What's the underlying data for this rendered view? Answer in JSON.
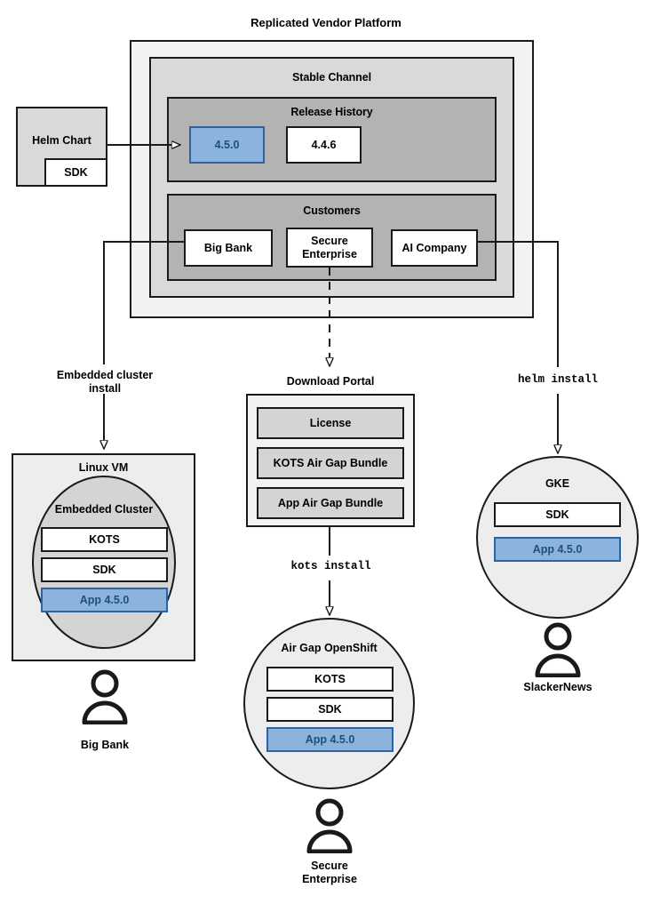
{
  "diagram": {
    "title": "Replicated Vendor Platform",
    "platform": {
      "stable_channel": {
        "label": "Stable Channel",
        "release_history": {
          "label": "Release History",
          "releases": [
            {
              "version": "4.5.0",
              "highlighted": true
            },
            {
              "version": "4.4.6",
              "highlighted": false
            }
          ]
        },
        "customers": {
          "label": "Customers",
          "items": [
            {
              "name": "Big Bank"
            },
            {
              "name": "Secure\nEnterprise",
              "line1": "Secure",
              "line2": "Enterprise"
            },
            {
              "name": "AI Company"
            }
          ]
        }
      }
    },
    "source": {
      "helm_chart": {
        "label": "Helm Chart",
        "sdk_label": "SDK"
      }
    },
    "edges": [
      {
        "id": "helm-chart-to-release",
        "label": "",
        "style": "solid-arrow"
      },
      {
        "id": "big-bank-to-linux-vm",
        "label": "Embedded cluster\ninstall",
        "line1": "Embedded cluster",
        "line2": "install",
        "style": "solid-arrow"
      },
      {
        "id": "secure-enterprise-to-download-portal",
        "label": "",
        "style": "dashed-arrow"
      },
      {
        "id": "download-portal-to-openshift",
        "label": "kots install",
        "style": "solid-arrow",
        "mono": true
      },
      {
        "id": "ai-company-to-gke",
        "label": "helm install",
        "style": "solid-arrow",
        "mono": true
      }
    ],
    "targets": [
      {
        "id": "linux-vm",
        "shape": "rect",
        "title": "Linux VM",
        "cluster": {
          "title": "Embedded Cluster",
          "components": [
            {
              "label": "KOTS",
              "style": "white"
            },
            {
              "label": "SDK",
              "style": "white"
            },
            {
              "label": "App 4.5.0",
              "style": "blue"
            }
          ]
        },
        "actor": "Big Bank"
      },
      {
        "id": "air-gap-openshift",
        "shape": "circle",
        "title": "Air Gap OpenShift",
        "components": [
          {
            "label": "KOTS",
            "style": "white"
          },
          {
            "label": "SDK",
            "style": "white"
          },
          {
            "label": "App 4.5.0",
            "style": "blue"
          }
        ],
        "actor": "Secure\nEnterprise",
        "actor_line1": "Secure",
        "actor_line2": "Enterprise"
      },
      {
        "id": "gke",
        "shape": "circle",
        "title": "GKE",
        "components": [
          {
            "label": "SDK",
            "style": "white"
          },
          {
            "label": "App 4.5.0",
            "style": "blue"
          }
        ],
        "actor": "SlackerNews"
      }
    ],
    "download_portal": {
      "title": "Download Portal",
      "items": [
        {
          "label": "License"
        },
        {
          "label": "KOTS Air Gap Bundle"
        },
        {
          "label": "App Air Gap Bundle"
        }
      ]
    },
    "colors": {
      "accent_blue_fill": "#8ab4dd",
      "accent_blue_border": "#2e63a0",
      "accent_blue_text": "#1f4e79",
      "panel_outer": "#f2f2f2",
      "panel_mid": "#d9d9d9",
      "panel_inner": "#b3b3b3",
      "stroke": "#1a1a1a",
      "box_gray": "#d4d4d4",
      "circle_light": "#ededed"
    }
  }
}
